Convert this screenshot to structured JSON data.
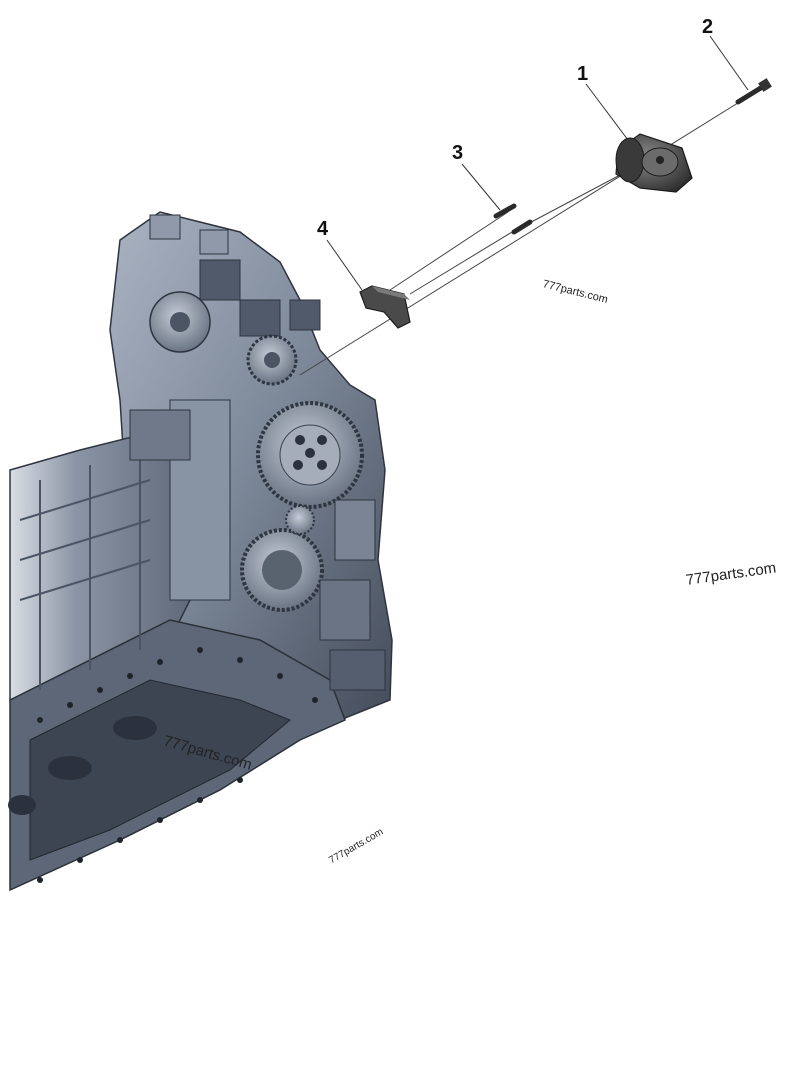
{
  "callouts": {
    "c1": "1",
    "c2": "2",
    "c3": "3",
    "c4": "4"
  },
  "watermarks": {
    "w1": "777parts.com",
    "w2": "777parts.com",
    "w3": "777parts.com",
    "w4": "777parts.com"
  },
  "parts": {
    "p1": "belt-tensioner",
    "p2": "long-bolt",
    "p3": "short-bolt",
    "p4": "mounting-bracket"
  },
  "colors": {
    "block_light": "#9aa4b4",
    "block_mid": "#707b8c",
    "block_dark": "#3c4452",
    "part_dark": "#4a4a4a",
    "leader": "#444444"
  }
}
